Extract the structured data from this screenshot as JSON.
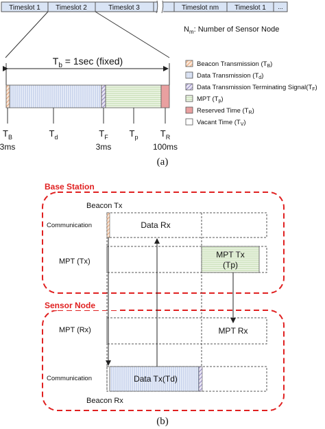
{
  "panel_a": {
    "timeslots": [
      "Timeslot 1",
      "Timeslot 2",
      "Timeslot 3",
      "Timeslot nm",
      "Timeslot 1"
    ],
    "nm_label": "N",
    "nm_sub": "m",
    "nm_desc": ": Number of Sensor Node",
    "tb_label": "T",
    "tb_sub": "b",
    "tb_rest": " = 1sec (fixed)",
    "markers": [
      {
        "letter": "T",
        "sub": "B",
        "value": "3ms"
      },
      {
        "letter": "T",
        "sub": "d",
        "value": ""
      },
      {
        "letter": "T",
        "sub": "F",
        "value": "3ms"
      },
      {
        "letter": "T",
        "sub": "p",
        "value": ""
      },
      {
        "letter": "T",
        "sub": "R",
        "value": "100ms"
      }
    ],
    "legend": [
      {
        "label": "Beacon Transmission (T",
        "sub": "B",
        "close": ")"
      },
      {
        "label": "Data Transmission (T",
        "sub": "d",
        "close": ")"
      },
      {
        "label": "Data Transmission Terminating Signal(T",
        "sub": "F",
        "close": ")"
      },
      {
        "label": "MPT (T",
        "sub": "p",
        "close": ")"
      },
      {
        "label": "Reserved Time (T",
        "sub": "R",
        "close": ")"
      },
      {
        "label": "Vacant Time (T",
        "sub": "V",
        "close": ")"
      }
    ],
    "caption": "(a)",
    "colors": {
      "beacon": "#e8935a",
      "data": "#8fa3d6",
      "terminating": "#7b6fb0",
      "mpt": "#9ac27a",
      "reserved": "#e9a0a0"
    }
  },
  "panel_b": {
    "base_station": "Base Station",
    "sensor_node": "Sensor Node",
    "beacon_tx": "Beacon Tx",
    "beacon_rx": "Beacon Rx",
    "rows": {
      "communication_top": "Communication",
      "mpt_tx": "MPT (Tx)",
      "mpt_rx": "MPT (Rx)",
      "communication_bottom": "Communication"
    },
    "data_rx": "Data Rx",
    "mpt_tx_box_line1": "MPT Tx",
    "mpt_tx_box_line2": "(Tp)",
    "mpt_rx": "MPT Rx",
    "data_tx": "Data Tx(Td)",
    "caption": "(b)",
    "colors": {
      "group_border": "#e02020",
      "group_label": "#e02020"
    }
  }
}
